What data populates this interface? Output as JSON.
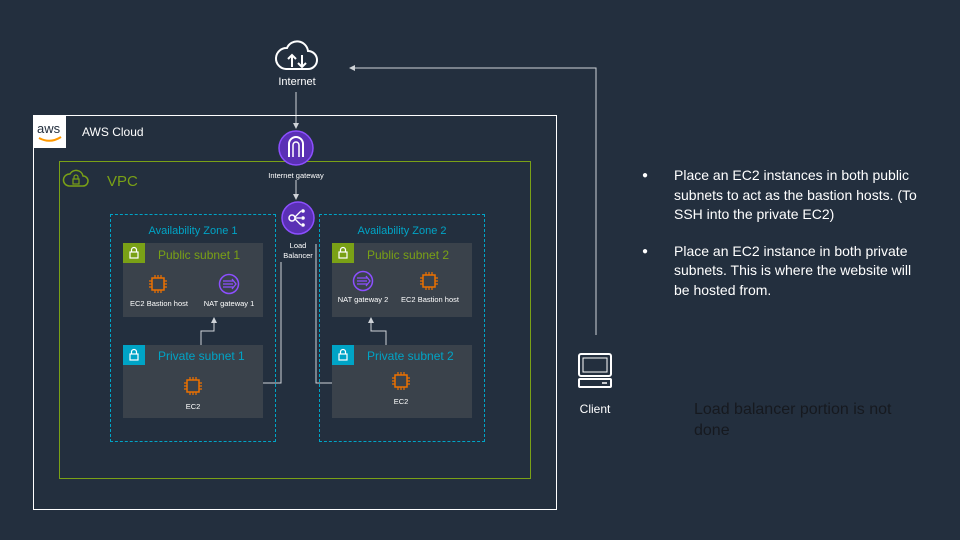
{
  "internet": {
    "label": "Internet"
  },
  "cloud": {
    "label": "AWS Cloud",
    "logo_text": "aws"
  },
  "vpc": {
    "label": "VPC"
  },
  "internet_gateway": {
    "label": "Internet gateway"
  },
  "load_balancer": {
    "label": "Load Balancer"
  },
  "az1": {
    "label": "Availability Zone 1",
    "public_subnet": {
      "label": "Public subnet 1",
      "ec2_label": "EC2 Bastion host",
      "nat_label": "NAT gateway 1"
    },
    "private_subnet": {
      "label": "Private subnet 1",
      "ec2_label": "EC2"
    }
  },
  "az2": {
    "label": "Availability Zone 2",
    "public_subnet": {
      "label": "Public subnet 2",
      "ec2_label": "EC2 Bastion host",
      "nat_label": "NAT gateway 2"
    },
    "private_subnet": {
      "label": "Private subnet 2",
      "ec2_label": "EC2"
    }
  },
  "client": {
    "label": "Client"
  },
  "notes": [
    "Place an EC2 instances in both public subnets to act as the bastion hosts. (To SSH into the private EC2)",
    "Place an EC2 instance in both private subnets. This is where the website will be hosted from."
  ],
  "status_note": "Load balancer portion is not done",
  "colors": {
    "background": "#232f3e",
    "vpc": "#7aa116",
    "subnet_public": "#7aa116",
    "subnet_private": "#00a4c6",
    "az_border": "#00a4c6",
    "service_purple": "#8c4fff",
    "ec2_orange": "#ed7100",
    "status_note_text": "#16191f"
  }
}
